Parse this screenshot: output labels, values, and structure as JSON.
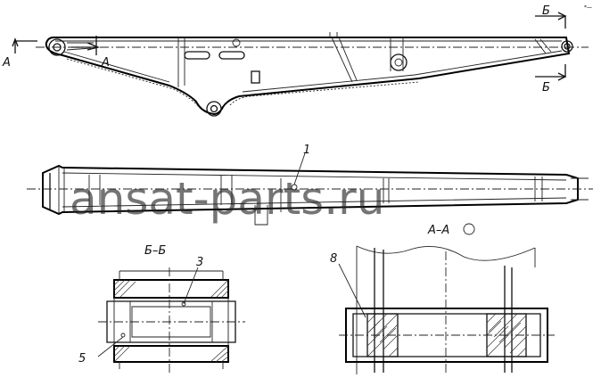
{
  "watermark": "ansat-parts.ru",
  "section_a_marker": "A",
  "section_b_marker": "Б",
  "section_a_title": "А–А",
  "section_b_title": "Б–Б",
  "callouts": {
    "item_1": "1",
    "item_3": "3",
    "item_5": "5",
    "item_8": "8"
  },
  "corner_mark": "*—"
}
